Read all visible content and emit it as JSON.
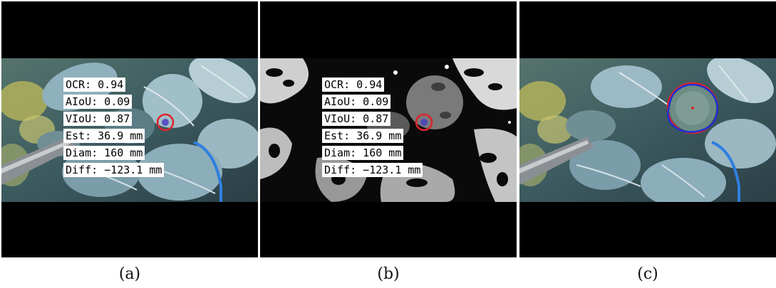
{
  "figure": {
    "panels": [
      {
        "id": "a",
        "caption": "(a)",
        "view": "rgb",
        "labels": [
          "OCR: 0.94",
          "AIoU: 0.09",
          "VIoU: 0.87",
          "Est: 36.9 mm",
          "Diam: 160 mm",
          "Diff: −123.1 mm"
        ]
      },
      {
        "id": "b",
        "caption": "(b)",
        "view": "segmentation-mask",
        "labels": [
          "OCR: 0.94",
          "AIoU: 0.09",
          "VIoU: 0.87",
          "Est: 36.9 mm",
          "Diam: 160 mm",
          "Diff: −123.1 mm"
        ]
      },
      {
        "id": "c",
        "caption": "(c)",
        "view": "rgb-with-contour"
      }
    ]
  },
  "colors": {
    "letterbox": "#000000",
    "label_background": "#ffffff",
    "circle_red": "#e0222a",
    "contour_blue": "#1c2fd6",
    "hose_blue": "#2f7fe0",
    "leaf": "#7fa8b8",
    "leaf_dark": "#2e4a52"
  },
  "icons": {
    "detection_marker": "circle-marker",
    "contour": "head-contour"
  }
}
